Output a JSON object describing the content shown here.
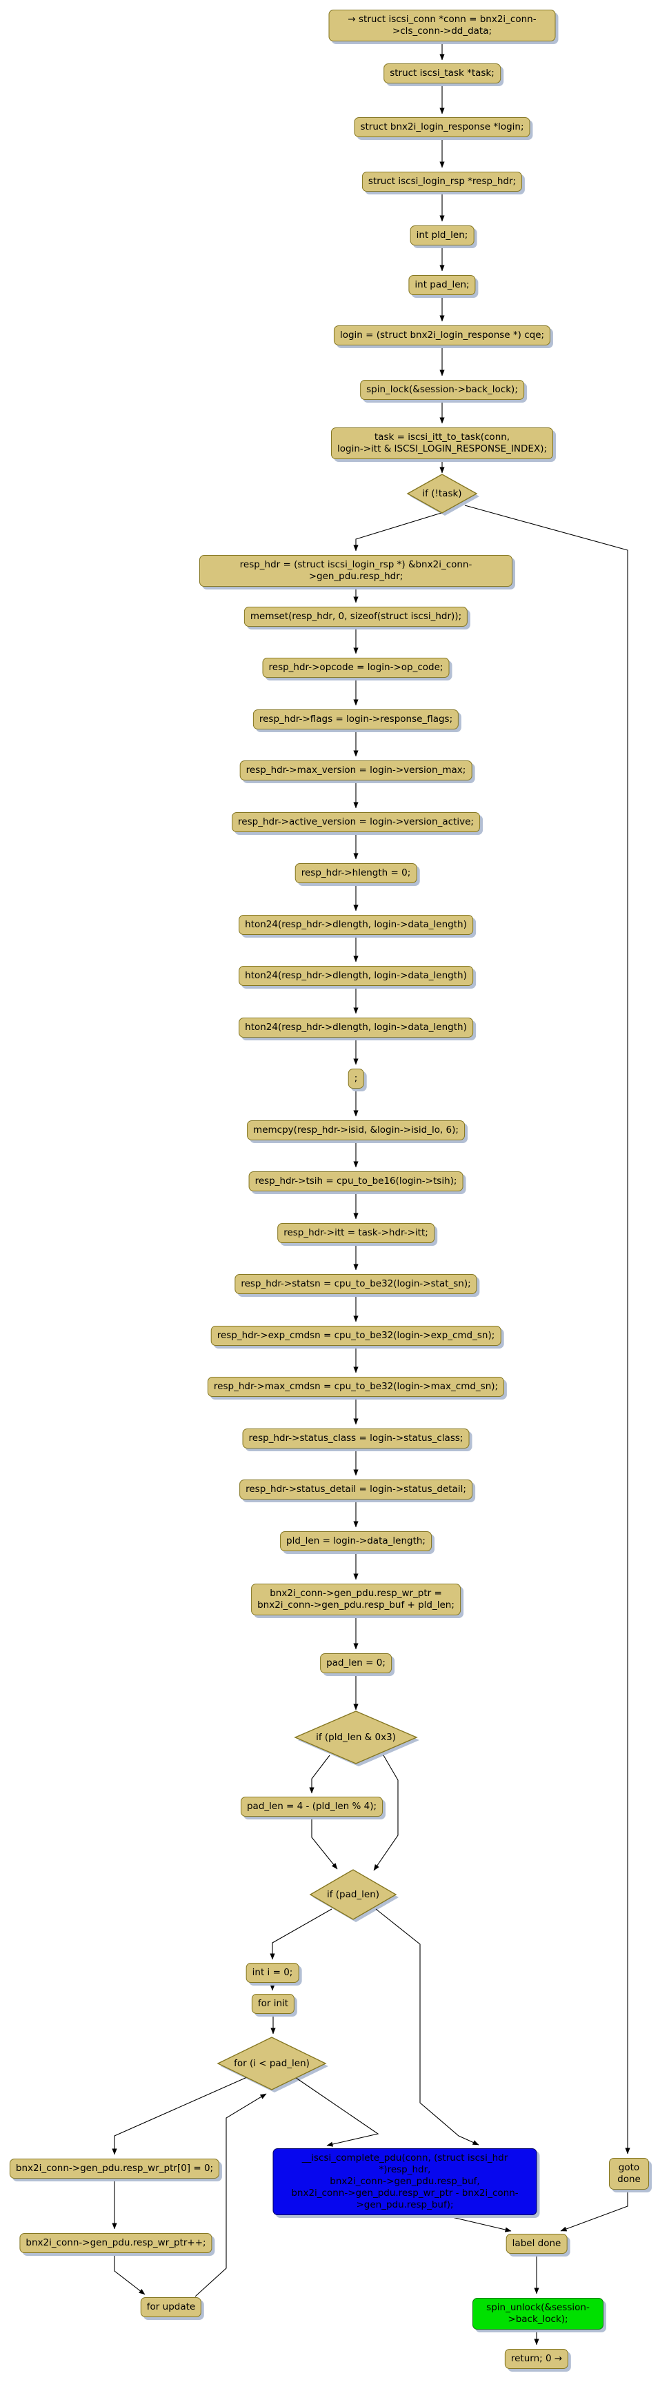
{
  "colors": {
    "node_fill": "#d7c57d",
    "node_border": "#857722",
    "shadow": "#b3bfd4",
    "highlight_blue": "#0707ee",
    "highlight_green": "#00e000",
    "edge": "#000000"
  },
  "nodes": {
    "decl_conn": "→ struct iscsi_conn *conn = bnx2i_conn->cls_conn->dd_data;",
    "decl_task": "struct iscsi_task *task;",
    "decl_login": "struct bnx2i_login_response *login;",
    "decl_resp_hdr": "struct iscsi_login_rsp *resp_hdr;",
    "decl_pld_len": "int pld_len;",
    "decl_pad_len": "int pad_len;",
    "assign_login_cqe": "login = (struct bnx2i_login_response *) cqe;",
    "spin_lock": "spin_lock(&session->back_lock);",
    "task_lookup": "task = iscsi_itt_to_task(conn,\nlogin->itt & ISCSI_LOGIN_RESPONSE_INDEX);",
    "if_not_task": "if (!task)",
    "resp_hdr_assign": "resp_hdr = (struct iscsi_login_rsp *) &bnx2i_conn->gen_pdu.resp_hdr;",
    "memset_hdr": "memset(resp_hdr, 0, sizeof(struct iscsi_hdr));",
    "set_opcode": "resp_hdr->opcode = login->op_code;",
    "set_flags": "resp_hdr->flags = login->response_flags;",
    "set_max_version": "resp_hdr->max_version = login->version_max;",
    "set_active_version": "resp_hdr->active_version = login->version_active;",
    "set_hlength": "resp_hdr->hlength = 0;",
    "hton24_1": "hton24(resp_hdr->dlength, login->data_length)",
    "hton24_2": "hton24(resp_hdr->dlength, login->data_length)",
    "hton24_3": "hton24(resp_hdr->dlength, login->data_length)",
    "empty_stmt": ";",
    "memcpy_isid": "memcpy(resp_hdr->isid, &login->isid_lo, 6);",
    "set_tsih": "resp_hdr->tsih = cpu_to_be16(login->tsih);",
    "set_itt": "resp_hdr->itt = task->hdr->itt;",
    "set_statsn": "resp_hdr->statsn = cpu_to_be32(login->stat_sn);",
    "set_exp_cmdsn": "resp_hdr->exp_cmdsn = cpu_to_be32(login->exp_cmd_sn);",
    "set_max_cmdsn": "resp_hdr->max_cmdsn = cpu_to_be32(login->max_cmd_sn);",
    "set_status_class": "resp_hdr->status_class = login->status_class;",
    "set_status_detail": "resp_hdr->status_detail = login->status_detail;",
    "pld_len_assign": "pld_len = login->data_length;",
    "resp_wr_ptr_assign": "bnx2i_conn->gen_pdu.resp_wr_ptr =\nbnx2i_conn->gen_pdu.resp_buf + pld_len;",
    "pad_len_zero": "pad_len = 0;",
    "if_pld_len_mask": "if (pld_len & 0x3)",
    "pad_len_calc": "pad_len = 4 - (pld_len % 4);",
    "if_pad_len": "if (pad_len)",
    "int_i_zero": "int i = 0;",
    "for_init": "for init",
    "for_cond": "for (i < pad_len)",
    "wr_ptr_store_zero": "bnx2i_conn->gen_pdu.resp_wr_ptr[0] = 0;",
    "wr_ptr_increment": "bnx2i_conn->gen_pdu.resp_wr_ptr++;",
    "for_update": "for update",
    "iscsi_complete_pdu": "__iscsi_complete_pdu(conn, (struct iscsi_hdr *)resp_hdr,\nbnx2i_conn->gen_pdu.resp_buf,\nbnx2i_conn->gen_pdu.resp_wr_ptr - bnx2i_conn->gen_pdu.resp_buf);",
    "goto_done": "goto done",
    "label_done": "label done",
    "spin_unlock": "spin_unlock(&session->back_lock);",
    "return_zero": "return; 0 →"
  }
}
